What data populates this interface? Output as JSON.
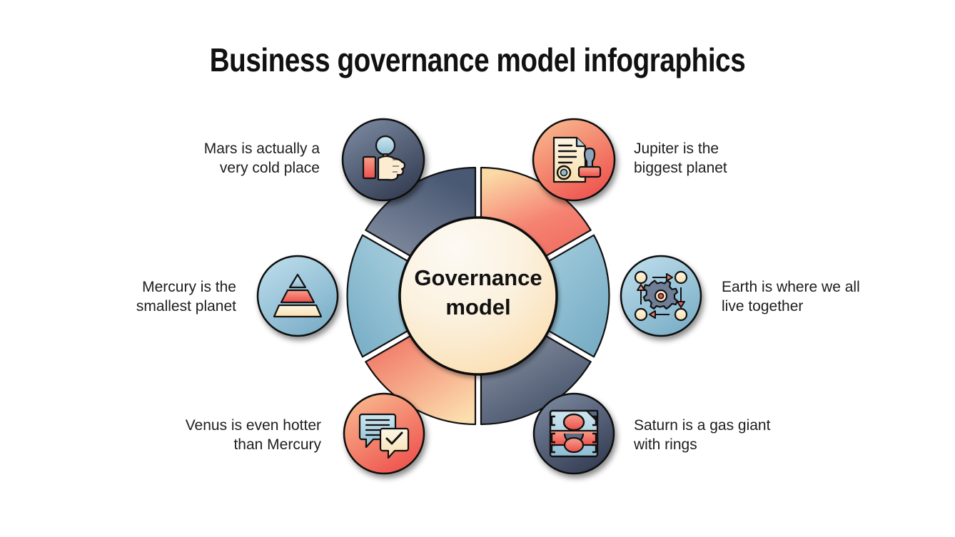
{
  "page": {
    "title": "Business governance model infographics",
    "background": "#ffffff"
  },
  "center": {
    "label_line1": "Governance",
    "label_line2": "model",
    "fill_top": "#fcf7ee",
    "fill_bottom": "#fbdfac"
  },
  "colors": {
    "dark_slate": "#4d5b74",
    "dark_slate_light": "#7b8699",
    "light_blue": "#9cc7d9",
    "light_blue_deep": "#6fa9c2",
    "coral": "#f0766a",
    "cream": "#fbd9a5",
    "outline": "#111111",
    "gap": "#ffffff",
    "text": "#1d1d1d"
  },
  "segments": [
    {
      "key": "mars",
      "position": "top-left",
      "label": "Mars is actually a\nvery cold place",
      "align": "right",
      "icon_name": "hand-magnifier-icon",
      "segment_fill_from": "#8d96a8",
      "segment_fill_to": "#495873",
      "badge_fill_from": "#6f7d95",
      "badge_fill_to": "#333c52"
    },
    {
      "key": "mercury",
      "position": "left",
      "label": "Mercury is the\nsmallest planet",
      "align": "right",
      "icon_name": "pyramid-chart-icon",
      "segment_fill_from": "#b3d7e4",
      "segment_fill_to": "#74abc4",
      "badge_fill_from": "#b6d8e6",
      "badge_fill_to": "#7db0c8"
    },
    {
      "key": "venus",
      "position": "bottom-left",
      "label": "Venus is even hotter\nthan Mercury",
      "align": "right",
      "icon_name": "chat-approved-icon",
      "segment_fill_from": "#ef6a5e",
      "segment_fill_to": "#fcdfae",
      "badge_fill_from": "#f7a97f",
      "badge_fill_to": "#ee4f4c"
    },
    {
      "key": "jupiter",
      "position": "top-right",
      "label": "Jupiter is the\nbiggest planet",
      "align": "left",
      "icon_name": "document-stamp-icon",
      "segment_fill_from": "#fbdaa6",
      "segment_fill_to": "#ef6a5e",
      "badge_fill_from": "#f8b48b",
      "badge_fill_to": "#ee4f4c"
    },
    {
      "key": "earth",
      "position": "right",
      "label": "Earth is where we all\nlive together",
      "align": "left",
      "icon_name": "gear-cycle-icon",
      "segment_fill_from": "#a9d0e0",
      "segment_fill_to": "#77adc5",
      "badge_fill_from": "#b6d8e6",
      "badge_fill_to": "#7db0c8"
    },
    {
      "key": "saturn",
      "position": "bottom-right",
      "label": "Saturn is a gas giant\nwith rings",
      "align": "left",
      "icon_name": "org-structure-icon",
      "segment_fill_from": "#8d96a8",
      "segment_fill_to": "#3f4c64",
      "badge_fill_from": "#6f7d95",
      "badge_fill_to": "#333c52"
    }
  ],
  "chart_data": {
    "type": "pie",
    "title": "Business governance model infographics",
    "center_label": "Governance model",
    "categories": [
      "Mars",
      "Jupiter",
      "Earth",
      "Saturn",
      "Venus",
      "Mercury"
    ],
    "values": [
      1,
      1,
      1,
      1,
      1,
      1
    ],
    "annotations": [
      "Mars is actually a very cold place",
      "Jupiter is the biggest planet",
      "Earth is where we all live together",
      "Saturn is a gas giant with rings",
      "Venus is even hotter than Mercury",
      "Mercury is the smallest planet"
    ],
    "legend": "none",
    "grid": false
  }
}
